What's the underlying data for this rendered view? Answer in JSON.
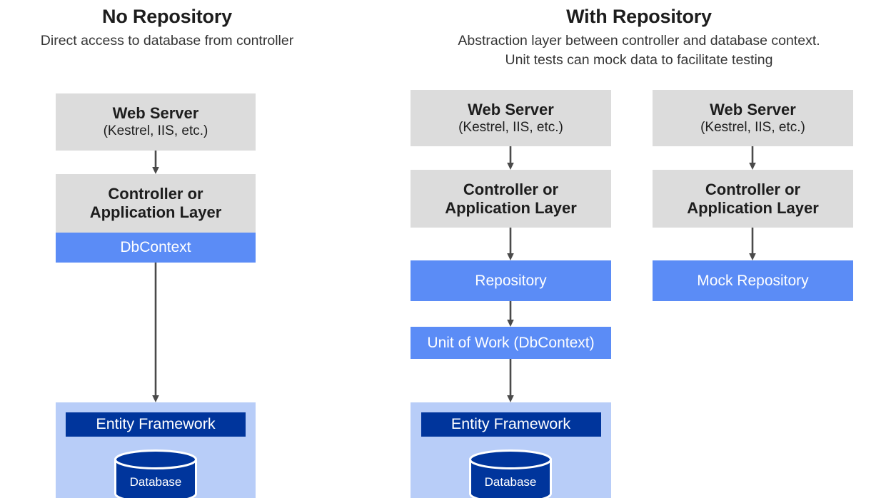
{
  "diagram": {
    "title_left": "No Repository",
    "subtitle_left": "Direct access to database from controller",
    "title_right": "With Repository",
    "subtitle_right_line1": "Abstraction layer between controller and database context.",
    "subtitle_right_line2": "Unit tests can mock data to facilitate testing"
  },
  "colors": {
    "gray_box": "#dcdcdc",
    "blue_box": "#5b8cf6",
    "light_blue_container": "#b8cdf8",
    "navy_bar": "#00359c",
    "arrow": "#4a4a4a",
    "text_dark": "#1d1d1d",
    "text_light": "#ffffff"
  },
  "columns": [
    {
      "id": "no-repository",
      "nodes": {
        "web_server_title": "Web Server",
        "web_server_sub": "(Kestrel, IIS, etc.)",
        "controller_line1": "Controller or",
        "controller_line2": "Application Layer",
        "dbcontext": "DbContext",
        "entity_framework": "Entity Framework",
        "database": "Database"
      }
    },
    {
      "id": "with-repository",
      "nodes": {
        "web_server_title": "Web Server",
        "web_server_sub": "(Kestrel, IIS, etc.)",
        "controller_line1": "Controller or",
        "controller_line2": "Application Layer",
        "repository": "Repository",
        "unit_of_work": "Unit of Work (DbContext)",
        "entity_framework": "Entity Framework",
        "database": "Database"
      }
    },
    {
      "id": "mock-repository",
      "nodes": {
        "web_server_title": "Web Server",
        "web_server_sub": "(Kestrel, IIS, etc.)",
        "controller_line1": "Controller or",
        "controller_line2": "Application Layer",
        "mock_repository": "Mock Repository"
      }
    }
  ]
}
